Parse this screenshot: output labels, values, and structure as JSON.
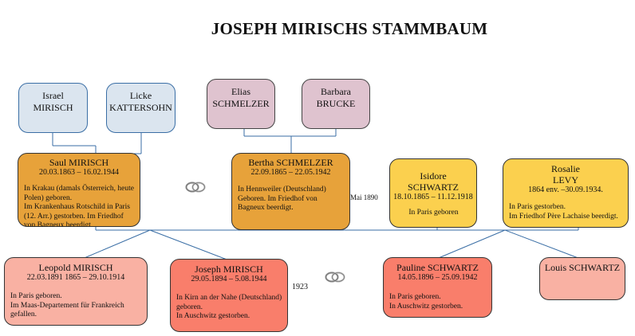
{
  "title": "JOSEPH MIRISCHS STAMMBAUM",
  "grandparents": {
    "israel": {
      "line1": "Israel",
      "line2": "MIRISCH"
    },
    "licke": {
      "line1": "Licke",
      "line2": "KATTERSOHN"
    },
    "elias": {
      "line1": "Elias",
      "line2": "SCHMELZER"
    },
    "barbara": {
      "line1": "Barbara",
      "line2": "BRUCKE"
    }
  },
  "parents": {
    "saul": {
      "name": "Saul MIRISCH",
      "dates": "20.03.1863 – 16.02.1944",
      "info": "In Krakau (damals Österreich, heute Polen) geboren.\nIm Krankenhaus Rotschild in Paris (12. Arr.) gestorben. Im Friedhof von Bagneux beerdigt."
    },
    "bertha": {
      "name": "Bertha SCHMELZER",
      "dates": "22.09.1865 – 22.05.1942",
      "info": "In Hennweiler (Deutschland) Geboren. Im Friedhof von Bagneux beerdigt."
    },
    "isidore": {
      "line1": "Isidore",
      "line2": "SCHWARTZ",
      "dates": "18.10.1865 – 11.12.1918",
      "info": "In Paris geboren"
    },
    "rosalie": {
      "line1": "Rosalie",
      "line2": "LEVY",
      "dates": "1864 env. –30.09.1934.",
      "info": "In Paris gestorben.\nIm Friedhof Père Lachaise  beerdigt."
    }
  },
  "children": {
    "leopold": {
      "name": "Leopold MIRISCH",
      "dates": "22.03.1891 1865 – 29.10.1914",
      "info": "In Paris geboren.\nIm Maas-Departement  für Frankreich gefallen."
    },
    "joseph": {
      "name": "Joseph MIRISCH",
      "dates": "29.05.1894 – 5.08.1944",
      "info": "In Kirn an der Nahe (Deutschland)\n geboren.\n In Auschwitz gestorben."
    },
    "pauline": {
      "name": "Pauline SCHWARTZ",
      "dates": "14.05.1896 – 25.09.1942",
      "info": "In Paris geboren.\nIn Auschwitz gestorben."
    },
    "louis": {
      "name": "Louis SCHWARTZ"
    }
  },
  "marriages": {
    "parents_label": "Mai 1890",
    "children_label": "1923"
  },
  "icons": {
    "marriage": "wedding-rings-icon"
  }
}
